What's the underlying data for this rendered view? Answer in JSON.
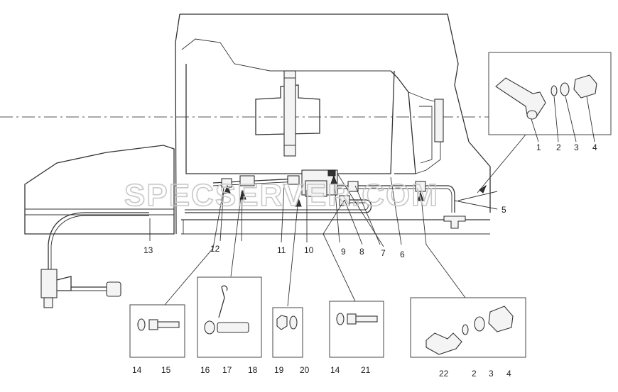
{
  "watermark": "SPECSERVER.COM",
  "callouts": {
    "c1": "1",
    "c2": "2",
    "c3": "3",
    "c4": "4",
    "c5": "5",
    "c6": "6",
    "c7": "7",
    "c8": "8",
    "c9": "9",
    "c10": "10",
    "c11": "11",
    "c12": "12",
    "c13": "13",
    "d14a": "14",
    "d15": "15",
    "d16": "16",
    "d17": "17",
    "d18": "18",
    "d19": "19",
    "d20": "20",
    "d14b": "14",
    "d21": "21",
    "d22": "22",
    "d2b": "2",
    "d3b": "3",
    "d4b": "4"
  }
}
